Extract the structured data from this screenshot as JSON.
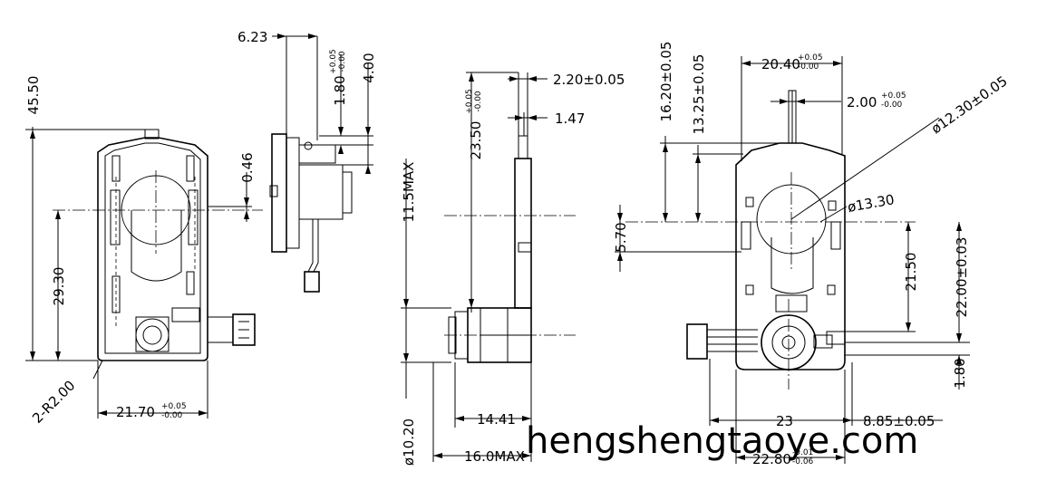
{
  "front_view": {
    "overall_height": "45.50",
    "top_offset": "6.23",
    "shaft_offset": "0.46",
    "lower_height": "29.30",
    "corner_radius": "2-R2.00",
    "width_base": "21.70",
    "width_tol_upper": "+0.05",
    "width_tol_lower": "-0.00"
  },
  "side_view_a": {
    "flange_base": "1.80",
    "flange_tol_upper": "+0.05",
    "flange_tol_lower": "-0.00",
    "flange_height": "4.00"
  },
  "side_view_b": {
    "thickness": "2.20±0.05",
    "shaft_step": "1.47",
    "height_base": "23.50",
    "height_tol_upper": "+0.05",
    "height_tol_lower": "-0.00",
    "max_height": "11.5MAX",
    "depth": "14.41",
    "diameter": "ø10.20",
    "max_depth": "16.0MAX"
  },
  "rear_view": {
    "height_a": "16.20±0.05",
    "height_b": "13.25±0.05",
    "width_base": "20.40",
    "width_tol_upper": "+0.05",
    "width_tol_lower": "-0.00",
    "shaft_base": "2.00",
    "shaft_tol_upper": "+0.05",
    "shaft_tol_lower": "-0.00",
    "bore_dia": "ø12.30±0.05",
    "hub_dia": "ø13.30",
    "offset_v": "5.70",
    "height_c": "21.50",
    "height_d": "22.00±0.03",
    "foot_offset": "1.80",
    "spacing": "23",
    "edge_offset": "8.85±0.05",
    "bottom_base": "22.80",
    "bottom_tol_upper": "-0.01",
    "bottom_tol_lower": "-0.06"
  },
  "watermark": "hengshengtaoye.com"
}
